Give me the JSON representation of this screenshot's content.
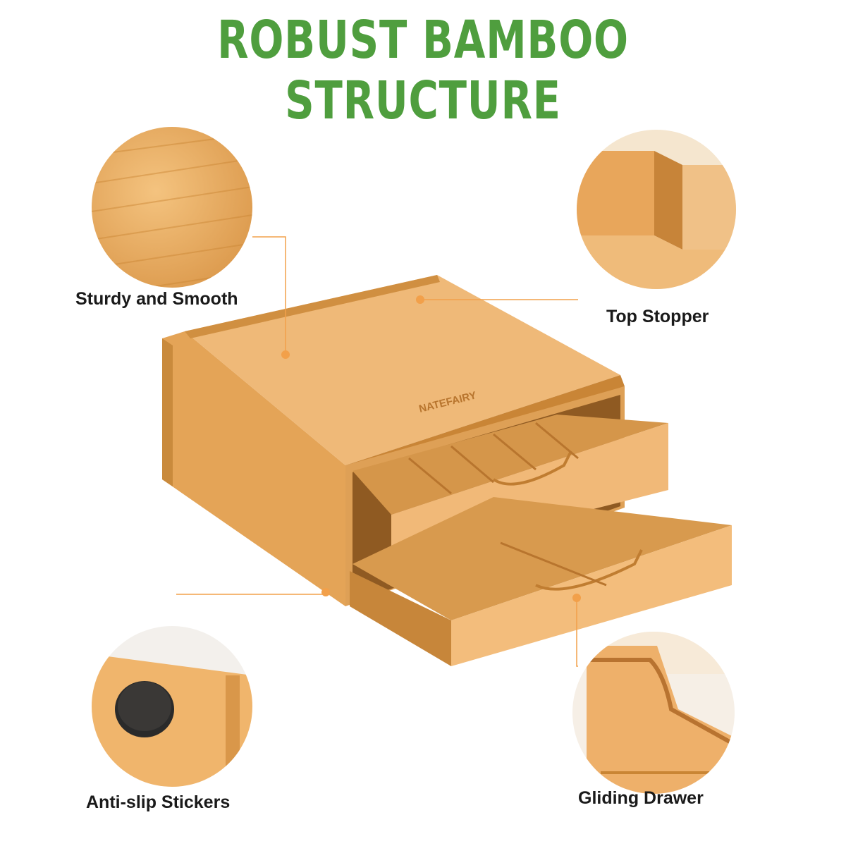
{
  "title": "ROBUST BAMBOO STRUCTURE",
  "brand_mark": "NATEFAIRY",
  "features": {
    "sturdy": "Sturdy and Smooth",
    "stopper": "Top Stopper",
    "antislip": "Anti-slip Stickers",
    "gliding": "Gliding Drawer"
  },
  "colors": {
    "title_green": "#4f9e3e",
    "leader_orange": "#f2a04a",
    "bamboo_light": "#f1b871",
    "bamboo_mid": "#dd9a4c",
    "bamboo_dark": "#b9772f"
  }
}
